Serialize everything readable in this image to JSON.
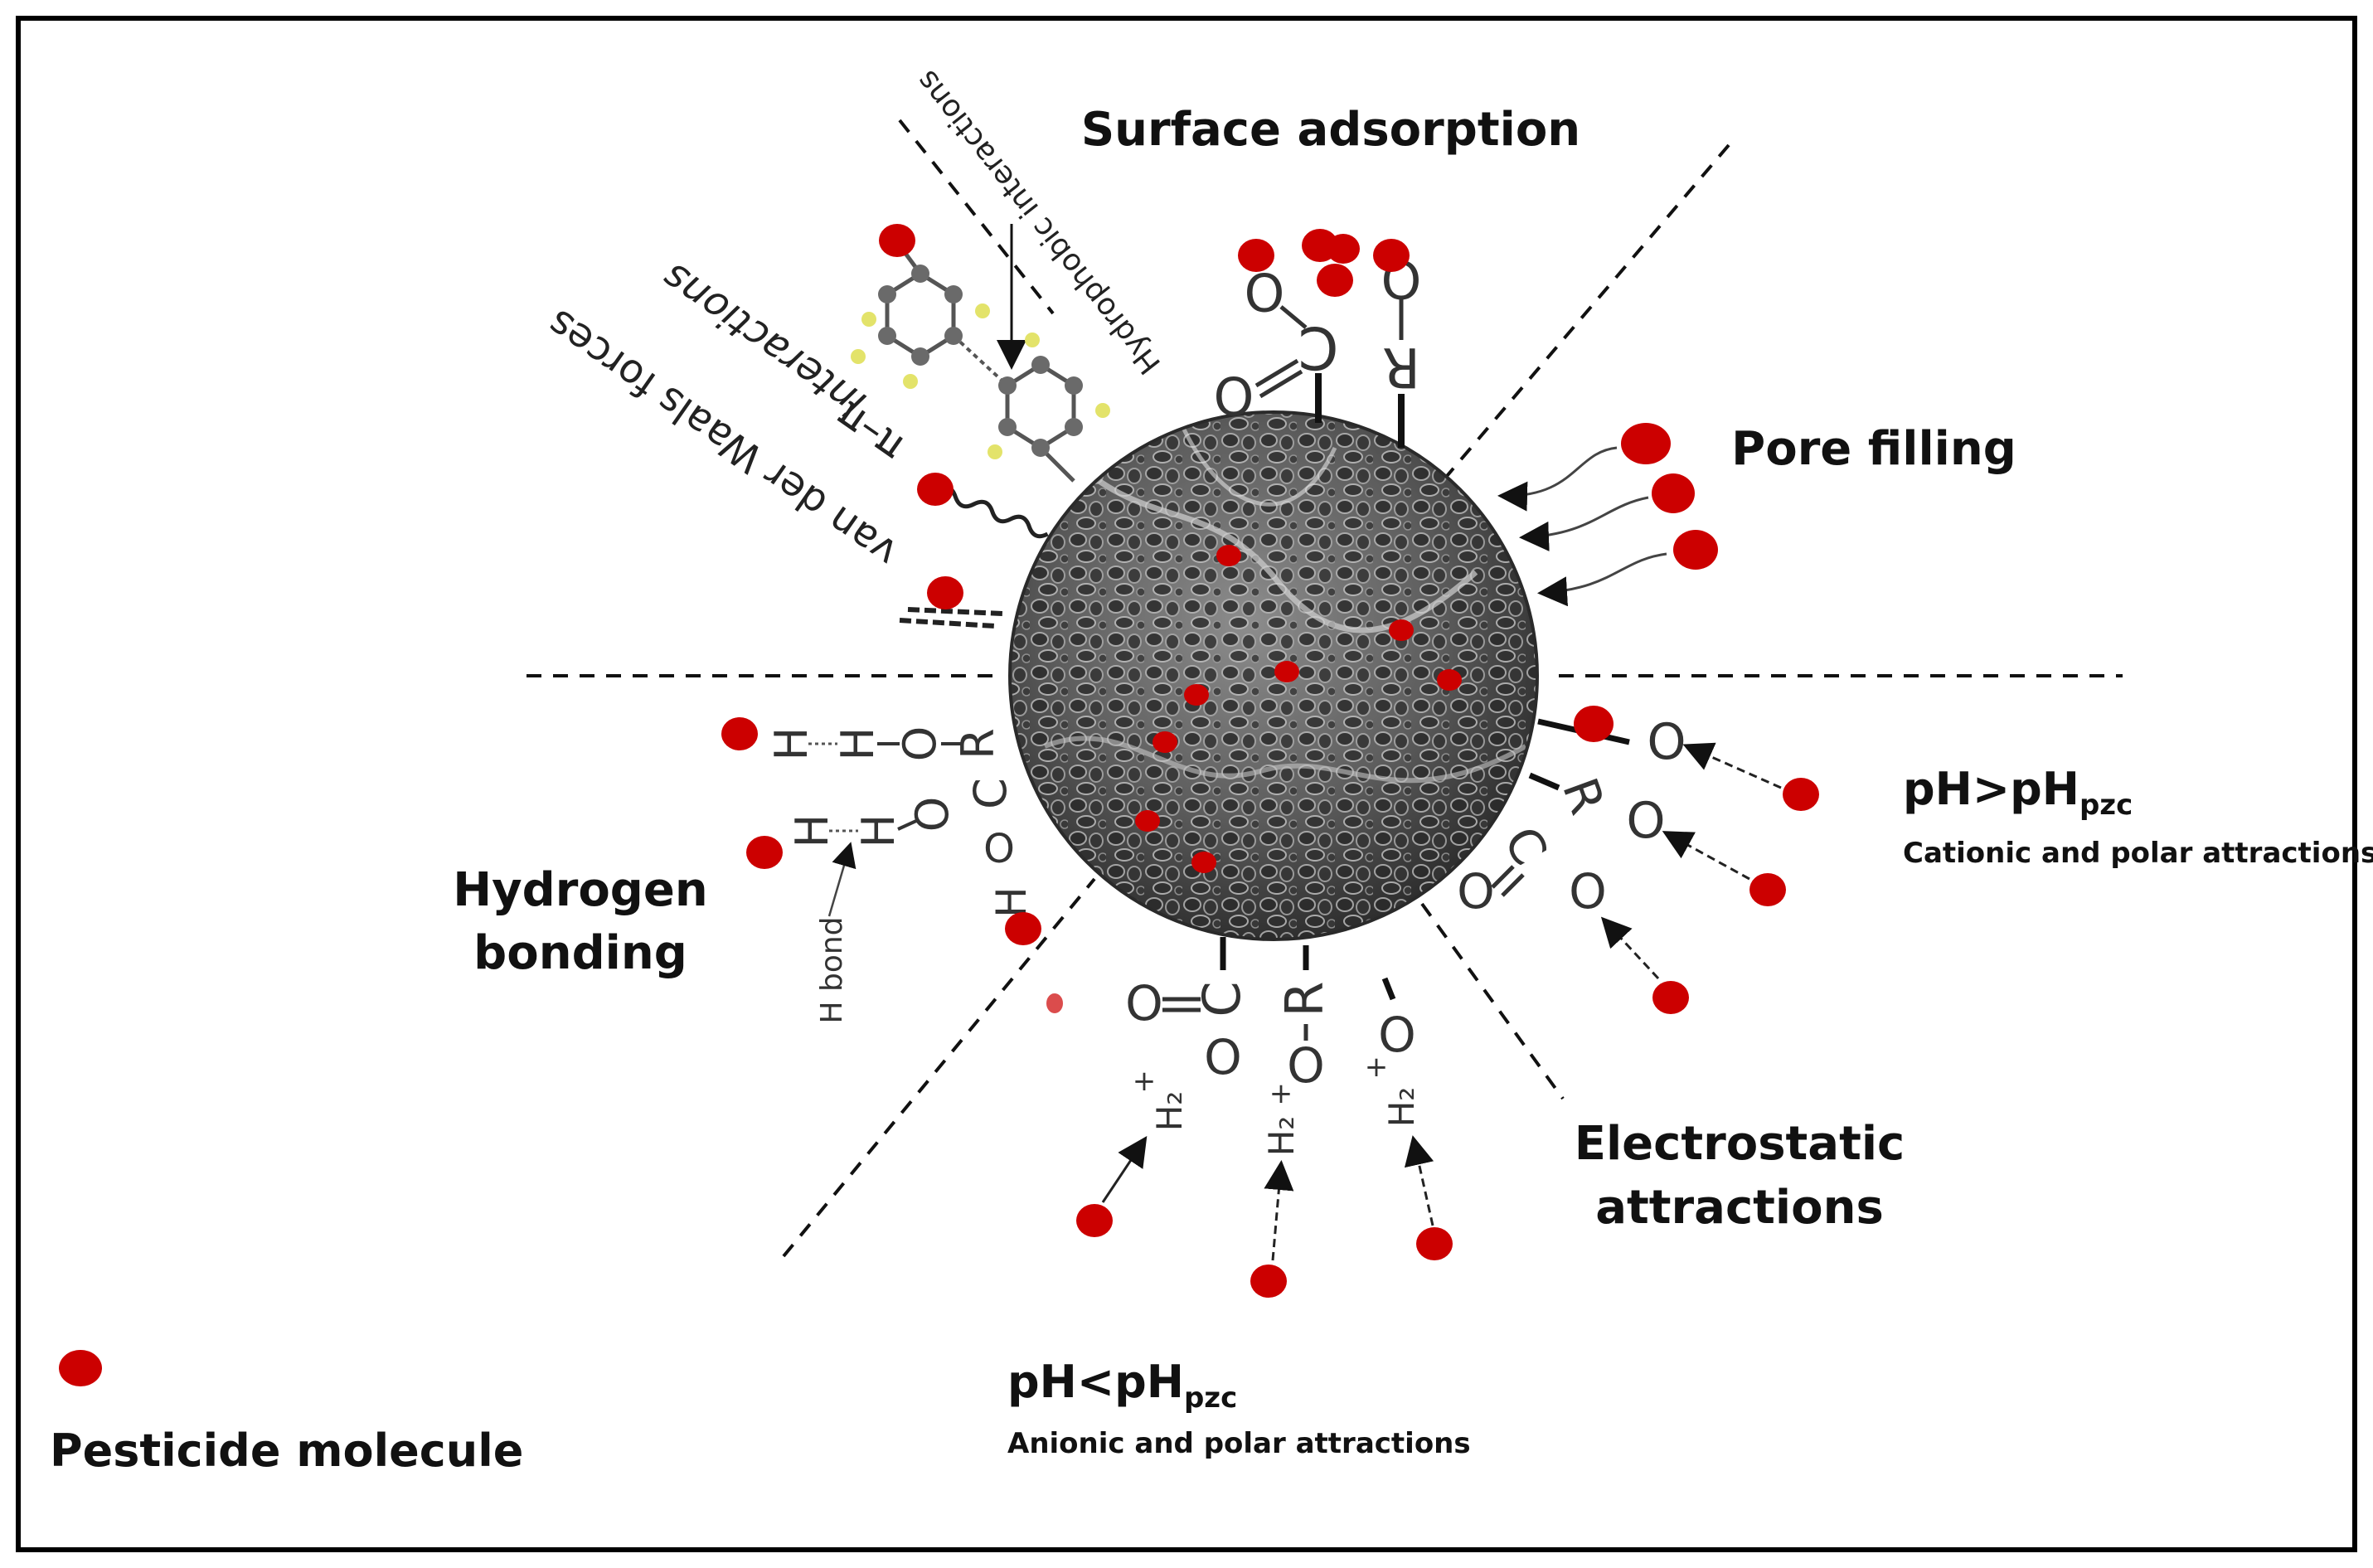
{
  "labels": {
    "surface_adsorption": "Surface adsorption",
    "pore_filling": "Pore filling",
    "ph_greater": "pH>pH",
    "ph_greater_sub": "pzc",
    "cationic": "Cationic and polar attractions",
    "electrostatic_1": "Electrostatic",
    "electrostatic_2": "attractions",
    "ph_less": "pH<pH",
    "ph_less_sub": "pzc",
    "anionic": "Anionic and polar attractions",
    "hydrogen_1": "Hydrogen",
    "hydrogen_2": "bonding",
    "h_bond": "H bond",
    "van_der_waals": "van der Waals forces",
    "pi_pi": "π–π",
    "pi_interactions": "interactions",
    "hydrophobic": "Hydrophobic interactions",
    "legend": "Pesticide molecule"
  },
  "chem": {
    "o": "O",
    "c": "C",
    "r": "R",
    "h": "H",
    "h2": "H₂",
    "plus": "+",
    "minus": "−"
  },
  "colors": {
    "pesticide": "#cc0000",
    "frame": "#000000",
    "particle": "#5a5a5a"
  }
}
